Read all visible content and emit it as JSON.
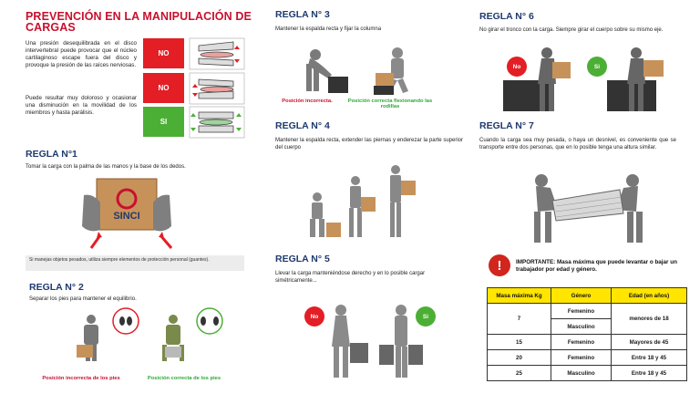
{
  "title": "PREVENCIÓN EN LA MANIPULACIÓN DE CARGAS",
  "intro": {
    "p1": "Una presión desequilibrada en el disco intervertebral puede provocar que el núcleo cartilaginoso escape fuera del disco y provoque la presión de las raíces nerviosas.",
    "p2": "Puede resultar muy doloroso y ocasionar una disminución en la movilidad de los miembros y hasta parálisis."
  },
  "intro_badges": [
    "NO",
    "NO",
    "SI"
  ],
  "colors": {
    "red": "#e31e25",
    "green": "#4caf35",
    "navy": "#1f3a6e",
    "yellow": "#ffe500"
  },
  "rule1": {
    "title": "REGLA N°1",
    "text": "Tomar la carga con la palma de las manos y la base de los dedos.",
    "box_logo": "SINCI",
    "note": "Si manejas objetos pesados, utiliza siempre elementos de protección personal (guantes)."
  },
  "rule2": {
    "title": "REGLA N° 2",
    "text": "Separar los pies para mantener el equilibrio.",
    "cap_bad": "Posición incorrecta de los pies",
    "cap_good": "Posición correcta de los pies"
  },
  "rule3": {
    "title": "REGLA N° 3",
    "text": "Mantener la espalda recta y fijar la columna",
    "cap_bad": "Posición incorrecta.",
    "cap_good": "Posición correcta flexionando las rodillas"
  },
  "rule4": {
    "title": "REGLA N° 4",
    "text": "Mantener la espalda recta, extender las piernas y enderezar la parte superior del cuerpo"
  },
  "rule5": {
    "title": "REGLA N° 5",
    "text": "Llevar la carga manteniéndose derecho y en lo posible cargar simétricamente...",
    "badge_no": "No",
    "badge_si": "Si"
  },
  "rule6": {
    "title": "REGLA N° 6",
    "text": "No girar el tronco con la carga. Siempre girar el cuerpo sobre su mismo eje.",
    "badge_no": "No",
    "badge_si": "Si"
  },
  "rule7": {
    "title": "REGLA N° 7",
    "text": "Cuando la carga sea muy pesada, o haya un desnivel, es conveniente que se transporte entre dos personas, que en lo posible tenga una altura similar."
  },
  "important": {
    "text": "IMPORTANTE: Masa máxima que puede levantar o bajar un trabajador por edad y género.",
    "headers": [
      "Masa máxima Kg",
      "Género",
      "Edad (en años)"
    ],
    "row1": {
      "mass": "7",
      "g1": "Femenino",
      "g2": "Masculino",
      "age": "menores de 18"
    },
    "rows": [
      {
        "mass": "15",
        "gender": "Femenino",
        "age": "Mayores de 45"
      },
      {
        "mass": "20",
        "gender": "Femenino",
        "age": "Entre 18 y 45"
      },
      {
        "mass": "25",
        "gender": "Masculino",
        "age": "Entre 18 y 45"
      }
    ]
  }
}
